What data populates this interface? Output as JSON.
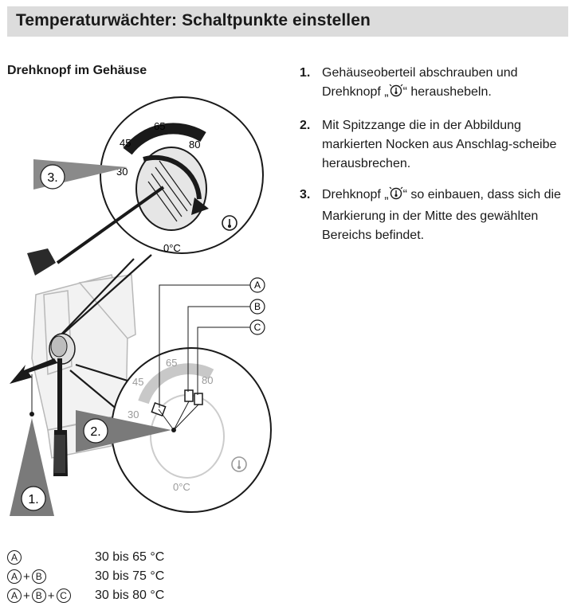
{
  "header": {
    "title": "Temperaturwächter: Schaltpunkte einstellen"
  },
  "subheading": "Drehknopf im Gehäuse",
  "steps": [
    {
      "num": "1.",
      "before": "Gehäuseoberteil abschrauben und Drehknopf „",
      "after": "“ heraushebeln."
    },
    {
      "num": "2.",
      "text": "Mit Spitzzange die in der Abbildung markierten Nocken aus Anschlag-scheibe herausbrechen."
    },
    {
      "num": "3.",
      "before": "Drehknopf „",
      "after": "“ so einbauen, dass sich die Markierung in der Mitte des gewählten Bereichs befindet."
    }
  ],
  "figure": {
    "step_labels": [
      "3.",
      "2.",
      "1."
    ],
    "dial_top": {
      "ticks": [
        "65",
        "45",
        "80",
        "30",
        "0°C"
      ]
    },
    "dial_bottom": {
      "ticks": [
        "65",
        "45",
        "80",
        "30",
        "0°C"
      ]
    },
    "callouts": [
      "A",
      "B",
      "C"
    ]
  },
  "legend": [
    {
      "markers": [
        "A"
      ],
      "range": "30 bis 65 °C"
    },
    {
      "markers": [
        "A",
        "B"
      ],
      "range": "30 bis 75 °C"
    },
    {
      "markers": [
        "A",
        "B",
        "C"
      ],
      "range": "30 bis 80 °C"
    }
  ],
  "icons": [
    "thermostat-knob-icon"
  ]
}
